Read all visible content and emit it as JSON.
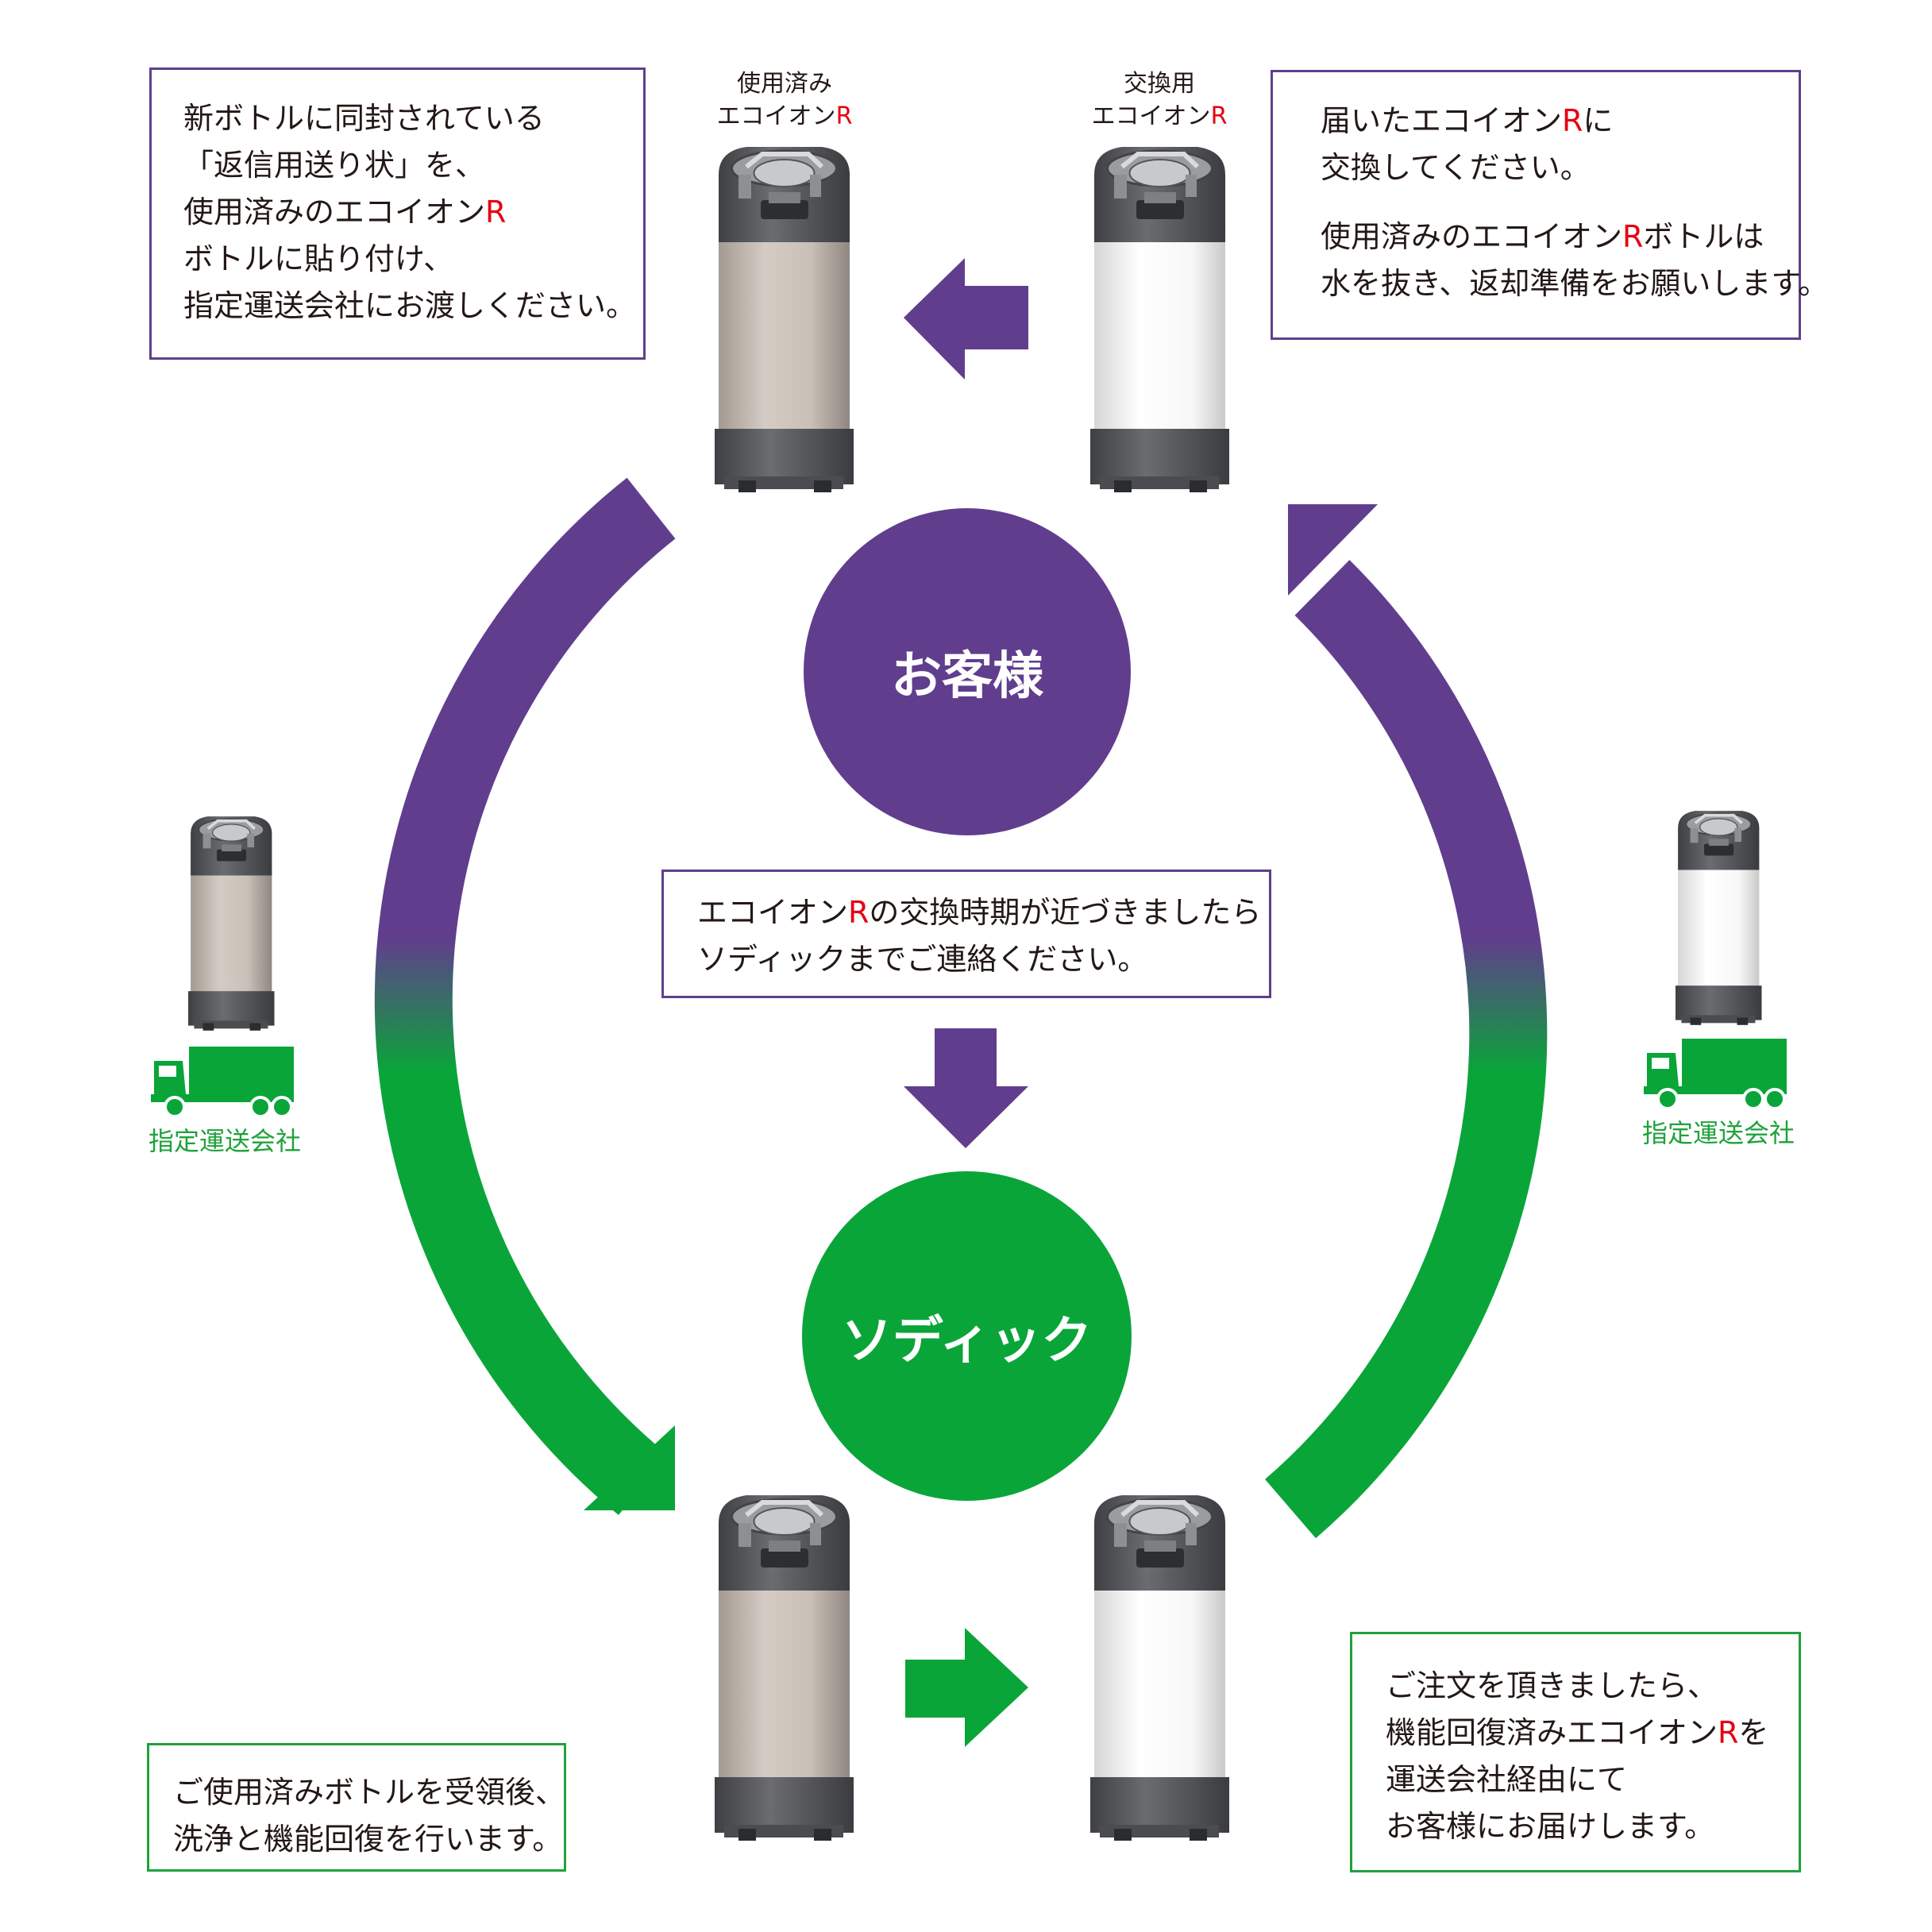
{
  "colors": {
    "purple": "#613d8e",
    "green": "#0aa539",
    "red": "#e60012",
    "used_bottle": "#c9c0b8",
    "new_bottle": "#ffffff",
    "bottle_dark": "#5b5d61"
  },
  "nodes": {
    "customer": "お客様",
    "sodick": "ソディック"
  },
  "labels": {
    "used": {
      "line1": "使用済み",
      "line2_pre": "エコイオン",
      "line2_r": "R"
    },
    "exchange": {
      "line1": "交換用",
      "line2_pre": "エコイオン",
      "line2_r": "R"
    },
    "carrier_left": "指定運送会社",
    "carrier_right": "指定運送会社"
  },
  "boxes": {
    "top_left": {
      "l1": "新ボトルに同封されている",
      "l2": "「返信用送り状」を、",
      "l3_pre": "使用済みのエコイオン",
      "l3_r": "R",
      "l4": "ボトルに貼り付け、",
      "l5": "指定運送会社にお渡しください。"
    },
    "top_right": {
      "l1_pre": "届いたエコイオン",
      "l1_r": "R",
      "l1_post": "に",
      "l2": "交換してください。",
      "l3_pre": "使用済みのエコイオン",
      "l3_r": "R",
      "l3_post": "ボトルは",
      "l4": "水を抜き、返却準備をお願いします。"
    },
    "center": {
      "l1_pre": "エコイオン",
      "l1_r": "R",
      "l1_post": "の交換時期が近づきましたら",
      "l2": "ソディックまでご連絡ください。"
    },
    "bottom_left": {
      "l1": "ご使用済みボトルを受領後、",
      "l2": "洗浄と機能回復を行います。"
    },
    "bottom_right": {
      "l1": "ご注文を頂きましたら、",
      "l2_pre": "機能回復済みエコイオン",
      "l2_r": "R",
      "l2_post": "を",
      "l3": "運送会社経由にて",
      "l4": "お客様にお届けします。"
    }
  }
}
